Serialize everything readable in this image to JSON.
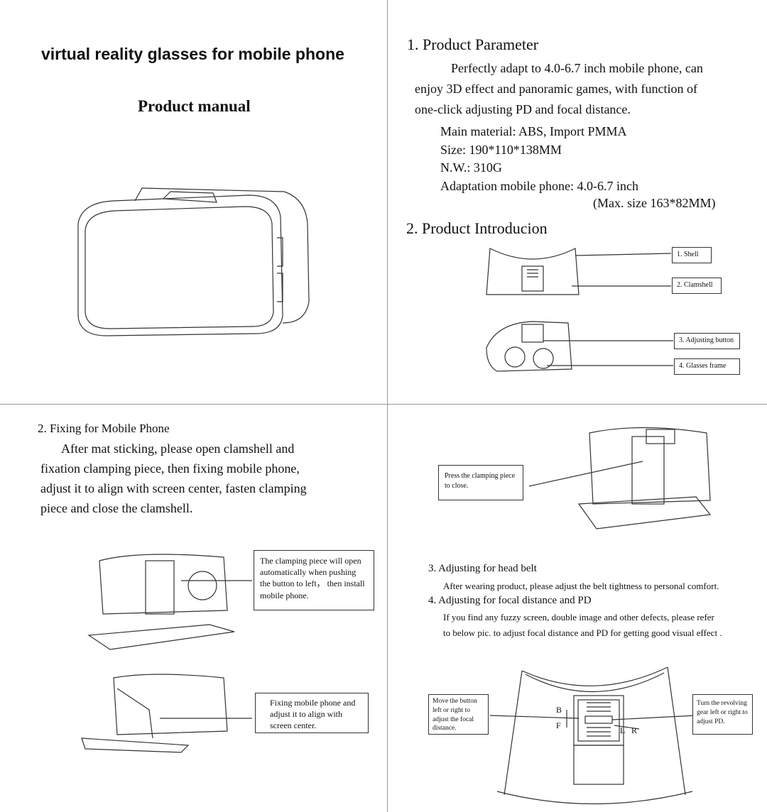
{
  "title": "virtual reality glasses for mobile phone",
  "subtitle": "Product manual",
  "param": {
    "heading": "1.  Product Parameter",
    "lines": [
      "Perfectly adapt to 4.0-6.7 inch mobile phone, can",
      "enjoy 3D effect and panoramic games, with function of",
      "one-click adjusting PD and focal distance."
    ],
    "material": "Main material:   ABS, Import PMMA",
    "size": "Size: 190*110*138MM",
    "nw": "N.W.: 310G",
    "adaptation": "Adaptation mobile phone: 4.0-6.7 inch",
    "max": "(Max. size 163*82MM)"
  },
  "intro": {
    "heading": "2.  Product Introducion",
    "labels": [
      "1. Shell",
      "2. Clamshell",
      "3. Adjusting button",
      "4. Glasses frame"
    ]
  },
  "fixing": {
    "heading": "2. Fixing for Mobile Phone",
    "lines": [
      "After mat sticking, please open clamshell and",
      "fixation clamping piece, then fixing mobile phone,",
      "adjust it to align with screen center, fasten clamping",
      "piece and close the clamshell."
    ],
    "callout1": "The clamping piece will open automatically when pushing the button to left， then install mobile phone.",
    "callout2": "Fixing mobile phone and adjust it to align with screen center."
  },
  "close_callout": "Press the clamping piece to close.",
  "head_belt": {
    "heading": "3. Adjusting for head belt",
    "text": "After wearing product, please adjust the belt tightness to personal comfort."
  },
  "focal": {
    "heading": "4. Adjusting for focal distance and PD",
    "lines": [
      "If you find any fuzzy screen, double image and other defects, please refer",
      "to below pic. to adjust focal distance and PD for getting good visual effect ."
    ],
    "left_callout": "Move the button left or right to adjust the focal distance.",
    "right_callout": "Turn the revolving gear left or right to adjust PD.",
    "letters": {
      "b": "B",
      "f": "F",
      "l": "L",
      "r": "R"
    }
  }
}
